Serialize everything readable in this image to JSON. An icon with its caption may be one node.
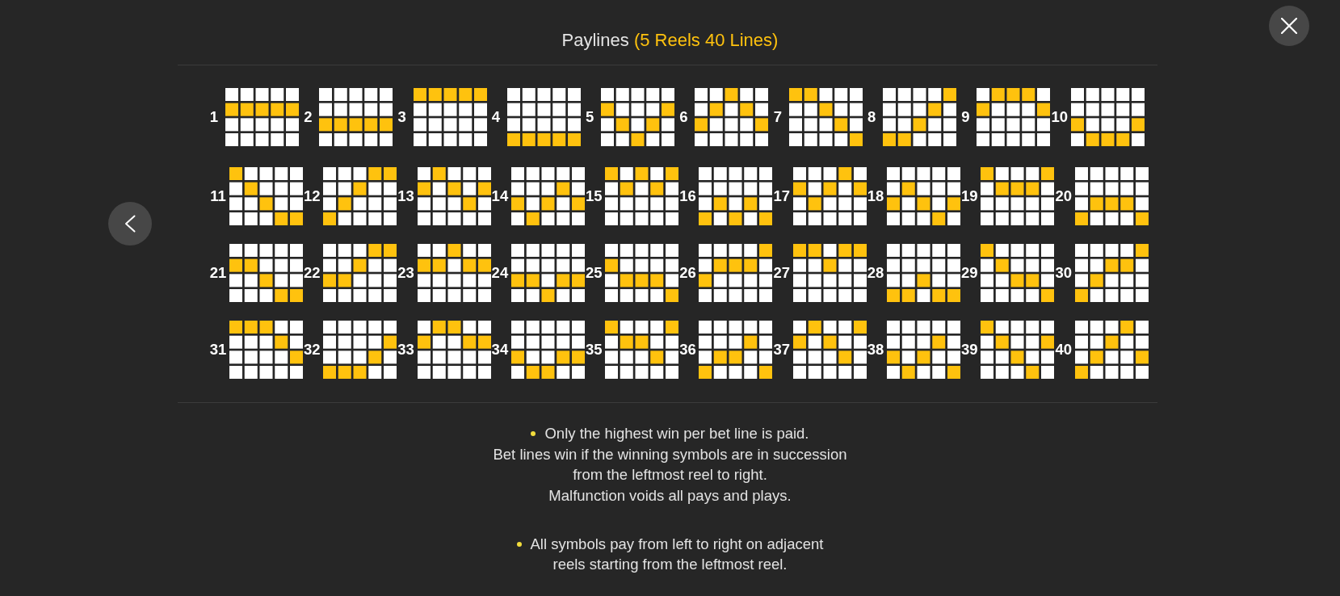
{
  "diagram": {
    "title": "Paylines",
    "labels": [
      "(5 Reels 40 Lines)",
      "1",
      "2",
      "3",
      "4",
      "5",
      "6",
      "7",
      "8",
      "9",
      "10",
      "11",
      "12",
      "13",
      "14",
      "15",
      "16",
      "17",
      "18",
      "19",
      "20",
      "21",
      "22",
      "23",
      "24",
      "25",
      "26",
      "27",
      "28",
      "29",
      "30",
      "31",
      "32",
      "33",
      "34",
      "35",
      "36",
      "37",
      "38",
      "39",
      "40",
      "Only the highest win per bet line is paid.",
      "Bet lines win if the winning symbols are in succession from the leftmost reel to right.",
      "Malfunction voids all pays and plays.",
      "All symbols pay from left to right on adjacent reels starting from the leftmost reel."
    ]
  }
}
